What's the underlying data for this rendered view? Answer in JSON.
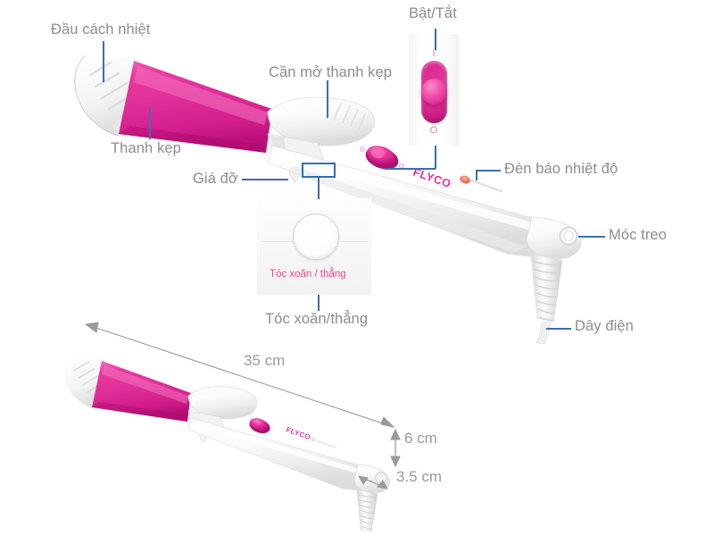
{
  "diagram": {
    "product_brand": "FLYCO",
    "accent_pink": "#e0329a",
    "label_gray": "#8c8c8c",
    "leader_blue": "#3a6fb0",
    "highlight_blue": "#2e6fc4",
    "dial_text_pink": "#f0458f"
  },
  "callouts": {
    "insulated_tip": "Đầu cách nhiệt",
    "clamp_bar": "Thanh kẹp",
    "clamp_open_lever": "Cần mở thanh kẹp",
    "stand": "Giá đỡ",
    "power_switch": "Bật/Tắt",
    "temperature_light": "Đèn báo nhiệt độ",
    "hanging_hook": "Móc treo",
    "power_cord": "Dây điện",
    "curl_straight": "Tóc xoăn/thẳng"
  },
  "insets": {
    "switch": {
      "on_mark": "I",
      "off_mark": "O"
    },
    "dial": {
      "caption": "Tóc xoăn / thẳng"
    }
  },
  "dimensions": {
    "length": "35 cm",
    "height": "6 cm",
    "depth": "3.5 cm"
  }
}
